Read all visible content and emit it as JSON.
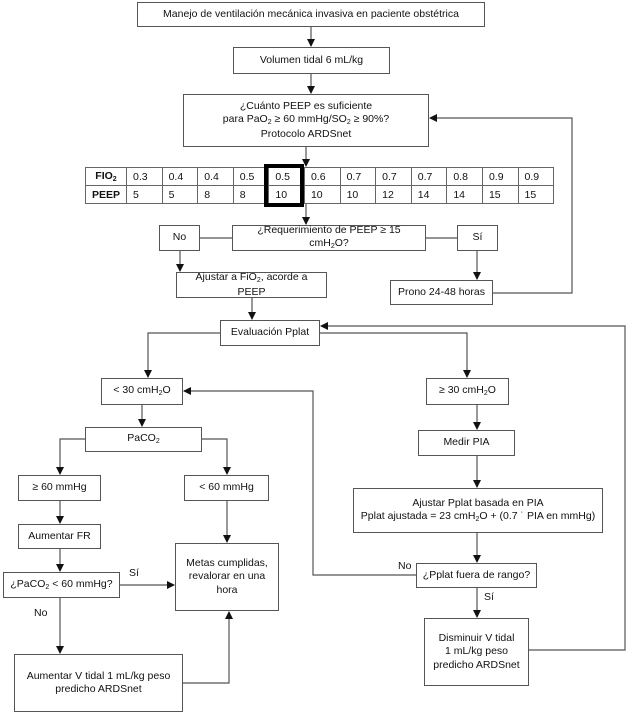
{
  "diagram": {
    "title": "Manejo de ventilación mecánica invasiva en paciente obstétrica",
    "nodes": {
      "start": "Manejo de ventilación mecánica invasiva en paciente obstétrica",
      "tidal_volume": "Volumen tidal 6 mL/kg",
      "peep_question": {
        "line1": "¿Cuánto PEEP es suficiente",
        "line2_pre": "para PaO",
        "line2_sub1": "2",
        "line2_mid": " ≥ 60 mmHg/SO",
        "line2_sub2": "2",
        "line2_post": " ≥ 90%?",
        "line3": "Protocolo ARDSnet"
      },
      "peep_requirement": {
        "pre": "¿Requerimiento de PEEP ≥ 15 cmH",
        "sub": "2",
        "post": "O?"
      },
      "no_box": "No",
      "si_box": "Sí",
      "adjust_fio2": {
        "pre": "Ajustar a FiO",
        "sub": "2",
        "post": ", acorde a PEEP"
      },
      "prone": "Prono 24-48 horas",
      "pplat_eval": "Evaluación Pplat",
      "pplat_low": {
        "pre": "< 30 cmH",
        "sub": "2",
        "post": "O"
      },
      "pplat_high": {
        "pre": "≥ 30 cmH",
        "sub": "2",
        "post": "O"
      },
      "paco2": {
        "pre": "PaCO",
        "sub": "2",
        "post": ""
      },
      "paco2_high": "≥ 60 mmHg",
      "paco2_low": "< 60 mmHg",
      "increase_rr": "Aumentar FR",
      "paco2_question": {
        "pre": "¿PaCO",
        "sub": "2",
        "post": " < 60 mmHg?"
      },
      "goals_met": [
        "Metas cumplidas,",
        "revalorar en una",
        "hora"
      ],
      "increase_vt": [
        "Aumentar V tidal 1 mL/kg peso",
        "predicho ARDSnet"
      ],
      "measure_pia": "Medir PIA",
      "adjust_pplat": {
        "line1": "Ajustar Pplat basada en PIA",
        "line2_pre": "Pplat ajustada = 23 cmH",
        "line2_sub": "2",
        "line2_post": "O + (0.7 ˙ PIA en mmHg)"
      },
      "pplat_out_of_range": "¿Pplat fuera de rango?",
      "decrease_vt": [
        "Disminuir V tidal",
        "1 mL/kg peso",
        "predicho ARDSnet"
      ]
    },
    "edge_labels": {
      "paco2_yes": "Sí",
      "paco2_no": "No",
      "pplat_no": "No",
      "pplat_yes": "Sí"
    },
    "table": {
      "row_labels": {
        "fio2_pre": "FIO",
        "fio2_sub": "2",
        "peep": "PEEP"
      },
      "fio2": [
        "0.3",
        "0.4",
        "0.4",
        "0.5",
        "0.5",
        "0.6",
        "0.7",
        "0.7",
        "0.7",
        "0.8",
        "0.9",
        "0.9"
      ],
      "peep": [
        "5",
        "5",
        "8",
        "8",
        "10",
        "10",
        "10",
        "12",
        "14",
        "14",
        "15",
        "15"
      ],
      "highlighted_column": 5
    },
    "colors": {
      "line": "#555555",
      "arrow": "#111111",
      "highlight": "#000000"
    }
  }
}
